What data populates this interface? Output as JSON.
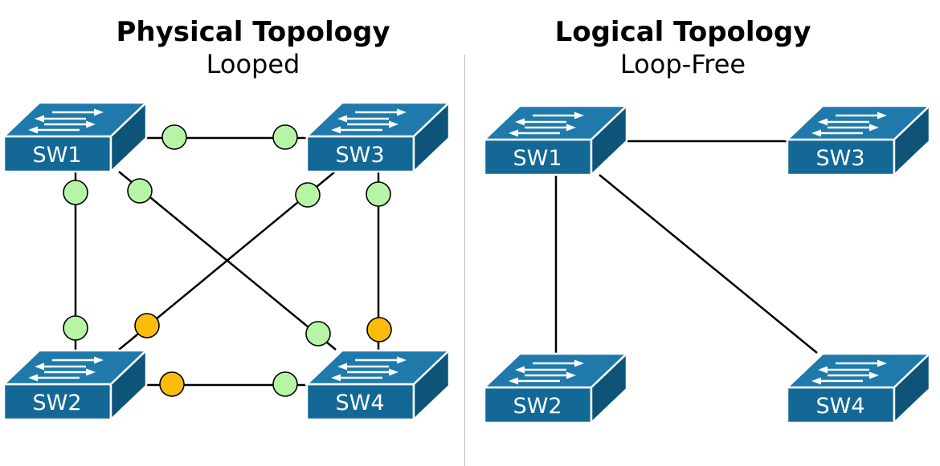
{
  "physical": {
    "title": "Physical Topology",
    "subtitle": "Looped",
    "switches": [
      {
        "id": "p-sw1",
        "label": "SW1"
      },
      {
        "id": "p-sw3",
        "label": "SW3"
      },
      {
        "id": "p-sw2",
        "label": "SW2"
      },
      {
        "id": "p-sw4",
        "label": "SW4"
      }
    ],
    "links": [
      {
        "from": "SW1",
        "to": "SW3",
        "ports": [
          "forwarding",
          "forwarding"
        ]
      },
      {
        "from": "SW1",
        "to": "SW2",
        "ports": [
          "forwarding",
          "forwarding"
        ]
      },
      {
        "from": "SW1",
        "to": "SW4",
        "ports": [
          "forwarding",
          "forwarding"
        ]
      },
      {
        "from": "SW3",
        "to": "SW2",
        "ports": [
          "forwarding",
          "blocking"
        ]
      },
      {
        "from": "SW3",
        "to": "SW4",
        "ports": [
          "forwarding",
          "blocking"
        ]
      },
      {
        "from": "SW2",
        "to": "SW4",
        "ports": [
          "blocking",
          "forwarding"
        ]
      }
    ]
  },
  "logical": {
    "title": "Logical Topology",
    "subtitle": "Loop-Free",
    "switches": [
      {
        "id": "l-sw1",
        "label": "SW1"
      },
      {
        "id": "l-sw3",
        "label": "SW3"
      },
      {
        "id": "l-sw2",
        "label": "SW2"
      },
      {
        "id": "l-sw4",
        "label": "SW4"
      }
    ],
    "links": [
      {
        "from": "SW1",
        "to": "SW3"
      },
      {
        "from": "SW1",
        "to": "SW2"
      },
      {
        "from": "SW1",
        "to": "SW4"
      }
    ]
  },
  "colors": {
    "switch_front": "#136896",
    "switch_top": "#1f7aab",
    "switch_side": "#0d5478",
    "switch_edge": "#ffffff",
    "forwarding_port": "#b6f5a6",
    "blocking_port": "#fcbc0b",
    "link": "#000000"
  },
  "icons": [
    "network-switch-icon"
  ]
}
